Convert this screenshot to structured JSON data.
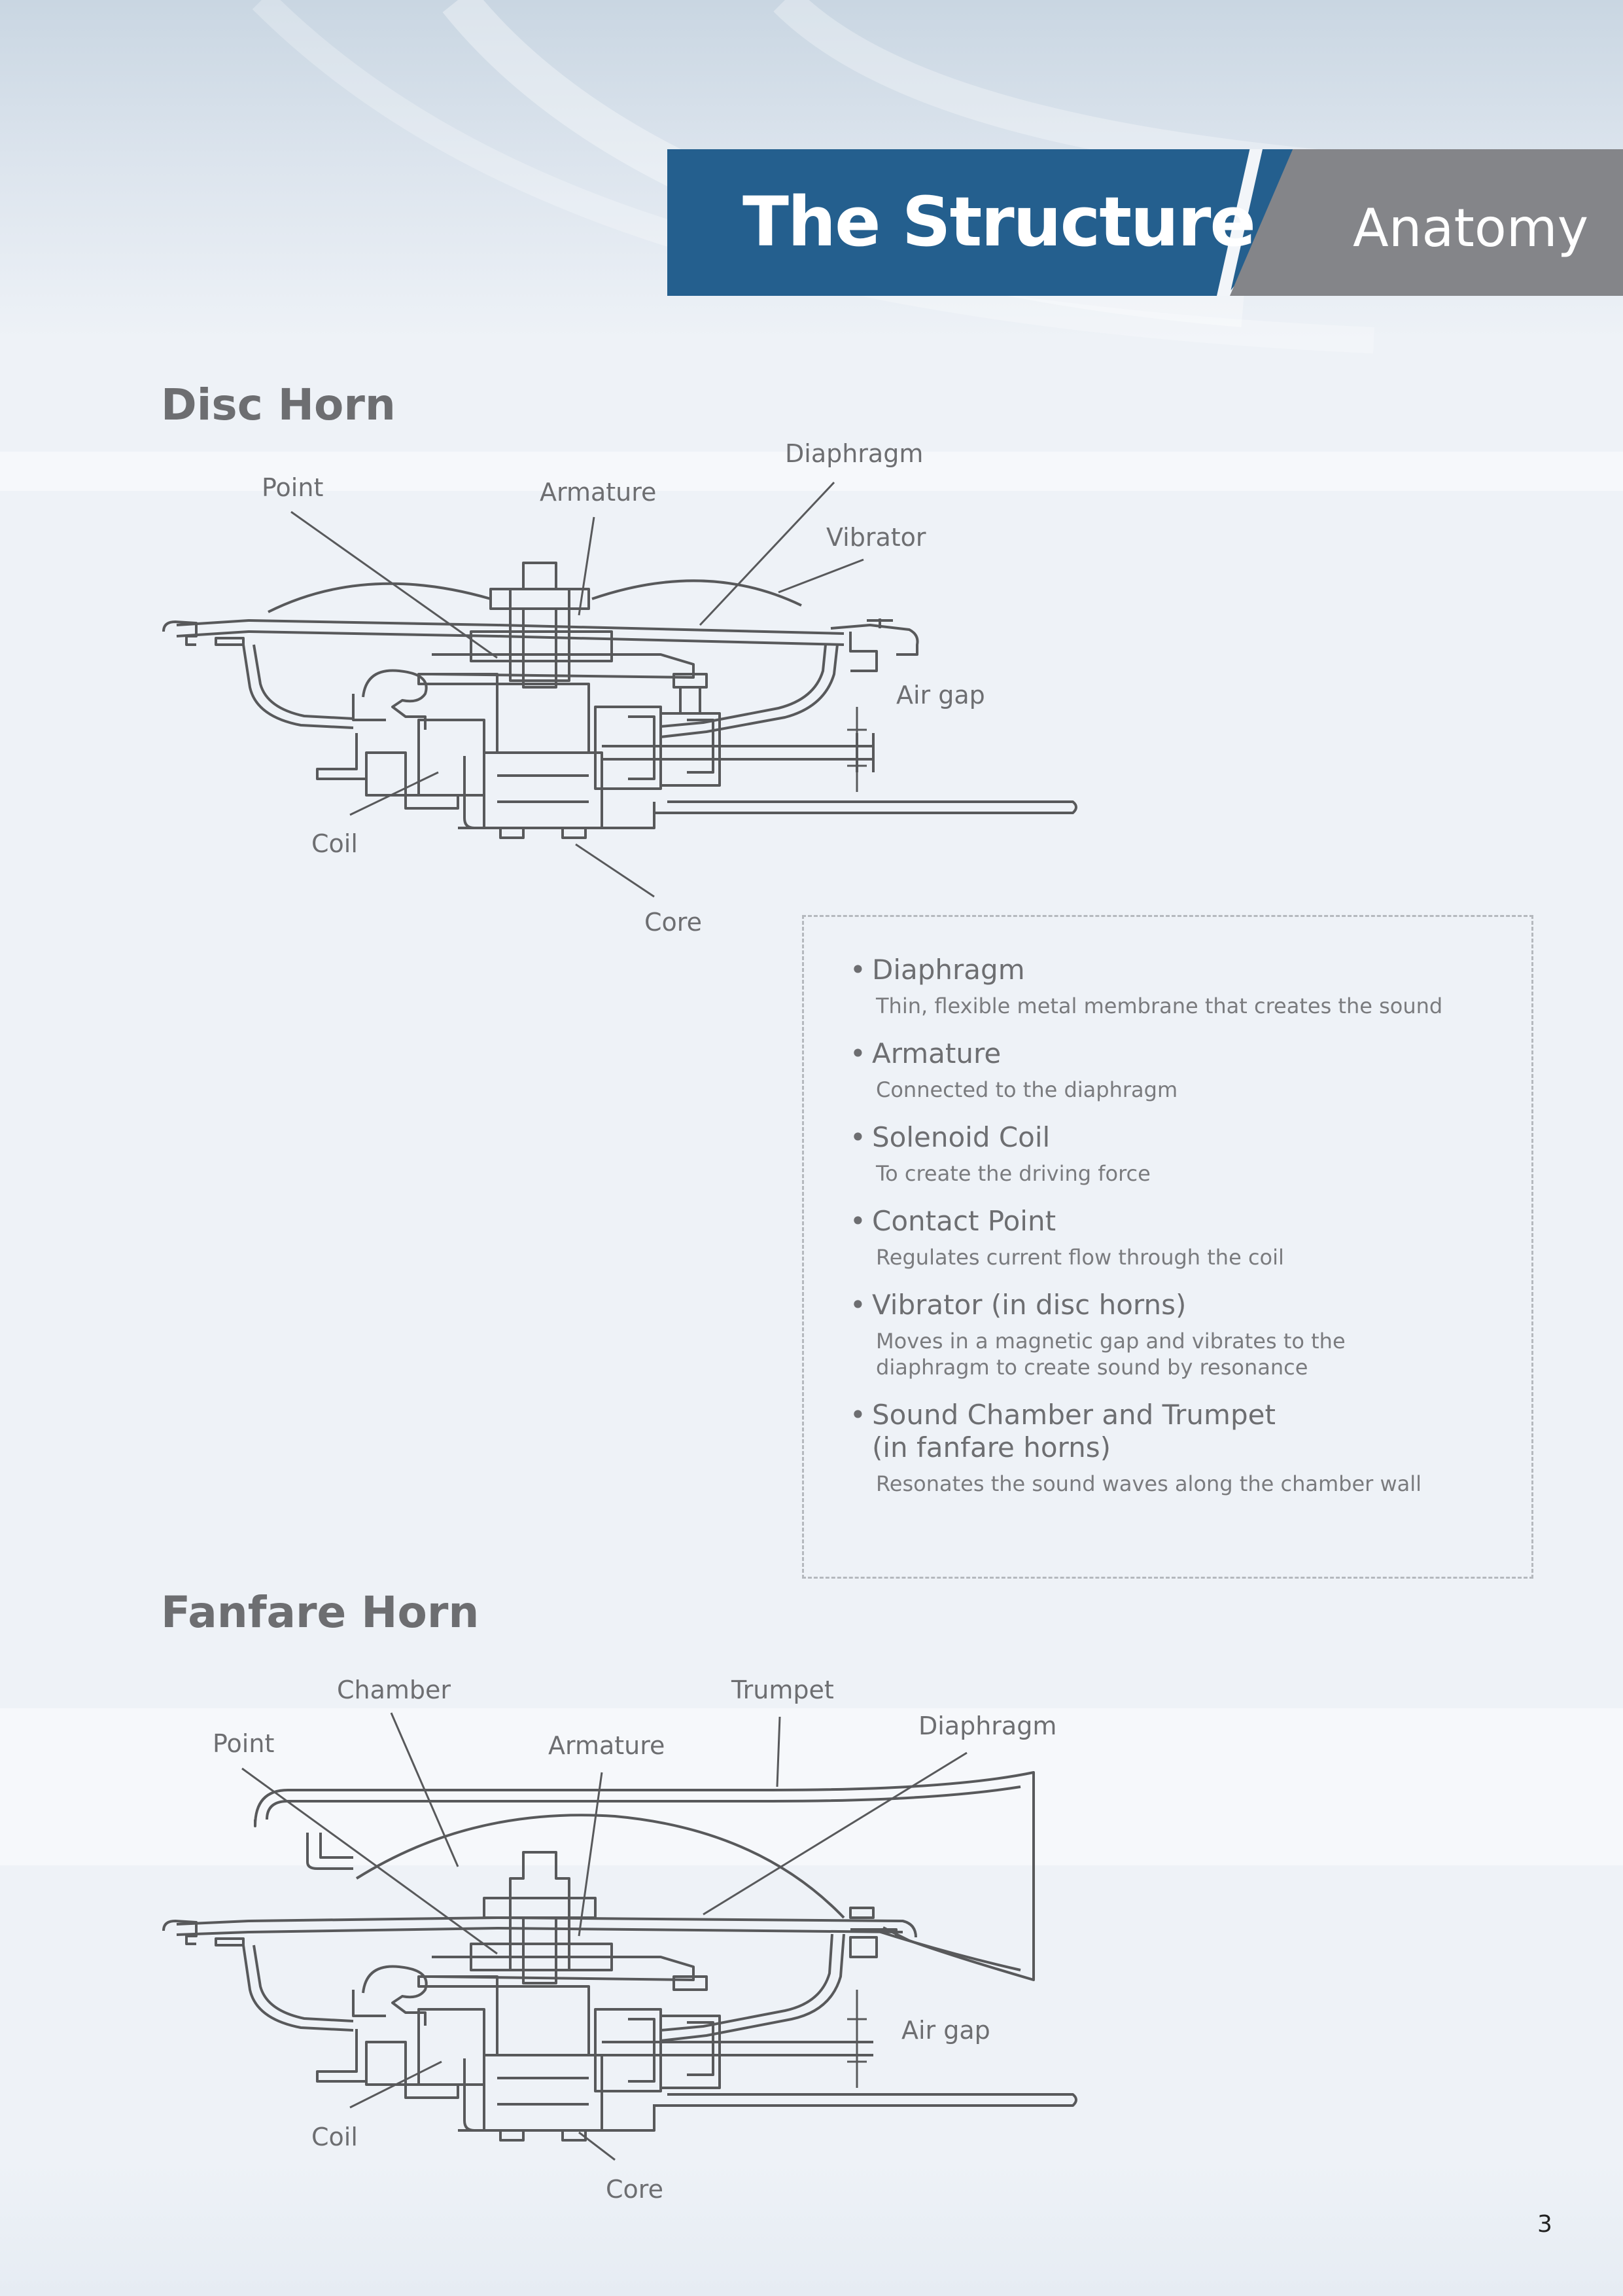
{
  "header": {
    "title": "The Structure",
    "subtitle": "Anatomy"
  },
  "disc_horn": {
    "title": "Disc Horn",
    "labels": {
      "point": "Point",
      "armature": "Armature",
      "diaphragm": "Diaphragm",
      "vibrator": "Vibrator",
      "air_gap": "Air gap",
      "coil": "Coil",
      "core": "Core"
    }
  },
  "info": {
    "items": [
      {
        "title": "Diaphragm",
        "desc": "Thin, flexible metal membrane that creates the sound"
      },
      {
        "title": "Armature",
        "desc": "Connected to the diaphragm"
      },
      {
        "title": "Solenoid Coil",
        "desc": "To create the driving force"
      },
      {
        "title": "Contact Point",
        "desc": "Regulates current flow through the coil"
      },
      {
        "title": "Vibrator (in disc horns)",
        "desc": "Moves in a magnetic gap and vibrates to the\ndiaphragm to create sound by resonance"
      },
      {
        "title": "Sound Chamber and Trumpet\n(in fanfare horns)",
        "desc": "Resonates the sound waves along the chamber wall"
      }
    ]
  },
  "fanfare_horn": {
    "title": "Fanfare Horn",
    "labels": {
      "chamber": "Chamber",
      "trumpet": "Trumpet",
      "point": "Point",
      "armature": "Armature",
      "diaphragm": "Diaphragm",
      "air_gap": "Air gap",
      "coil": "Coil",
      "core": "Core"
    }
  },
  "page_number": "3"
}
